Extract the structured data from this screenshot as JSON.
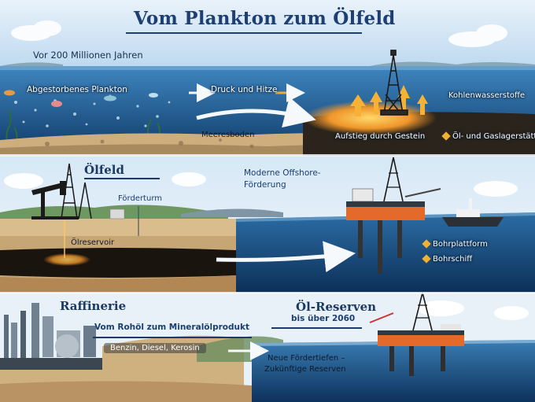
{
  "title": "Vom Plankton zum Ölfeld",
  "section1": {
    "era": "Vor 200 Millionen Jahren",
    "plankton": "Abgestorbenes Plankton",
    "pressure": "Druck und Hitze",
    "hydrocarbons": "Kohlenwasserstoffe",
    "seabed": "Meeresboden",
    "rise": "Aufstieg durch Gestein",
    "deposit": "Öl- und Gaslagerstätte"
  },
  "section2": {
    "oilfield": "Ölfeld",
    "derrick": "Förderturm",
    "reservoir": "Ölreservoir",
    "offshore_line1": "Moderne Offshore-",
    "offshore_line2": "Förderung",
    "platform": "Bohrplattform",
    "ship": "Bohrschiff"
  },
  "section3": {
    "refinery": "Raffinerie",
    "product": "Vom Rohöl zum Mineralölprodukt",
    "fuels": "Benzin, Diesel, Kerosin",
    "reserves_title": "Öl-Reserven",
    "reserves_sub": "bis über 2060",
    "new_depths_line1": "Neue Fördertiefen –",
    "new_depths_line2": "Zukünftige Reserven"
  },
  "colors": {
    "sky": "#cfe3f3",
    "sea": "#1f5d93",
    "deep_sea": "#0f3a66",
    "sand": "#d9b98a",
    "oil": "#1a1410",
    "glow": "#f4a326",
    "title": "#1d3f74"
  }
}
